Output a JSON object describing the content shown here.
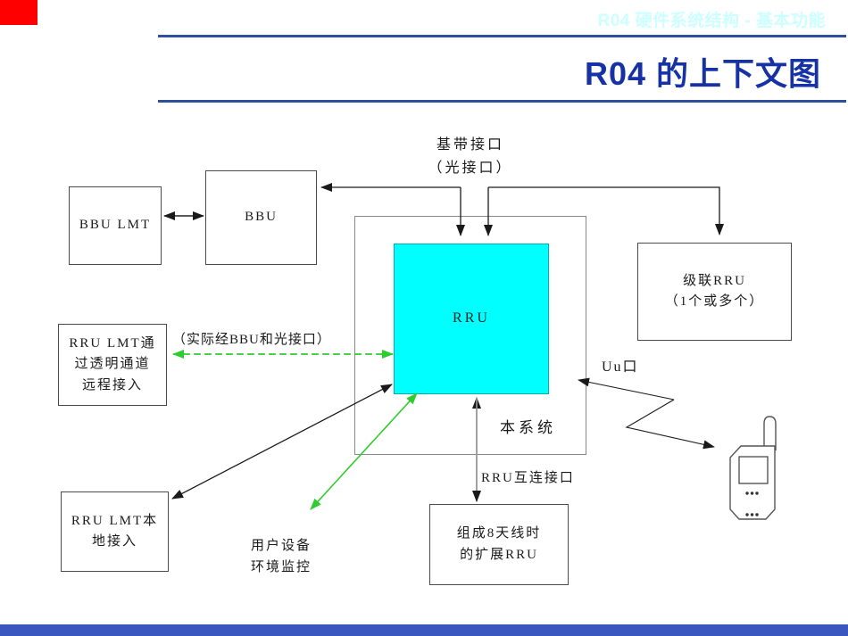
{
  "page": {
    "header_title": "R04 硬件系统结构 - 基本功能",
    "page_title": "R04 的上下文图"
  },
  "colors": {
    "title_blue": "#1632a5",
    "header_text_cyan": "#ccffff",
    "rule_blue": "#2f4e9c",
    "rru_fill_cyan": "#00ffff",
    "green_arrow": "#2fcc2f",
    "red_marker": "#ff0000",
    "bottom_bar_blue": "#3a57c0"
  },
  "diagram": {
    "boxes": {
      "bbu_lmt": {
        "label": "BBU LMT"
      },
      "bbu": {
        "label": "BBU"
      },
      "rru": {
        "label": "RRU"
      },
      "system": {
        "label": "本系统"
      },
      "cascade_rru": {
        "line1": "级联RRU",
        "line2": "（1个或多个）"
      },
      "rru_lmt_remote": {
        "line1": "RRU LMT通",
        "line2": "过透明通道",
        "line3": "远程接入"
      },
      "rru_lmt_local": {
        "line1": "RRU LMT本",
        "line2": "地接入"
      },
      "expand_rru": {
        "line1": "组成8天线时",
        "line2": "的扩展RRU"
      }
    },
    "labels": {
      "baseband_line1": "基带接口",
      "baseband_line2": "（光接口）",
      "via_bbu": "（实际经BBU和光接口）",
      "uu_port": "Uu口",
      "interconnect": "RRU互连接口",
      "user_env_line1": "用户设备",
      "user_env_line2": "环境监控"
    }
  }
}
